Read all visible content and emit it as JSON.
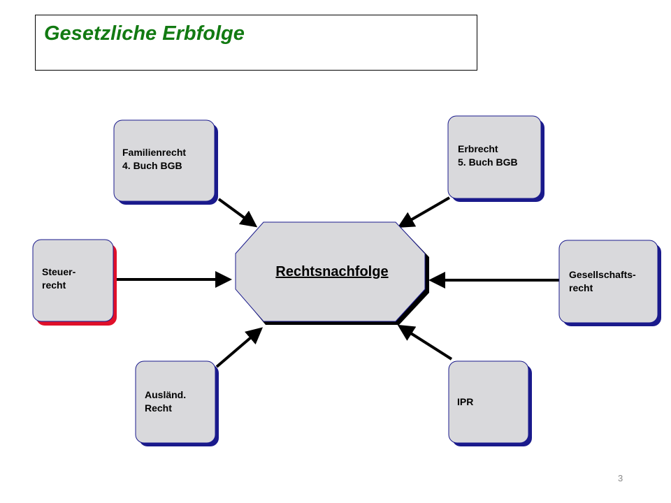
{
  "title": "Gesetzliche Erbfolge",
  "center": {
    "label": "Rechtsnachfolge"
  },
  "nodes": {
    "familienrecht": {
      "line1": "Familienrecht",
      "line2": "4. Buch BGB"
    },
    "erbrecht": {
      "line1": "Erbrecht",
      "line2": "5. Buch BGB"
    },
    "steuerrecht": {
      "line1": "Steuer-",
      "line2": "recht"
    },
    "gesellschaftsrecht": {
      "line1": "Gesellschafts-",
      "line2": "recht"
    },
    "auslaendisch": {
      "line1": "Ausländ.",
      "line2": "Recht"
    },
    "ipr": {
      "line1": "IPR"
    }
  },
  "page_number": "3",
  "colors": {
    "title": "#127a12",
    "box_fill": "#d9d9dc",
    "box_border": "#1a1a8c",
    "shadow": "#1a1a8c",
    "steuer_shadow": "#e0102a",
    "arrow": "#000000"
  }
}
